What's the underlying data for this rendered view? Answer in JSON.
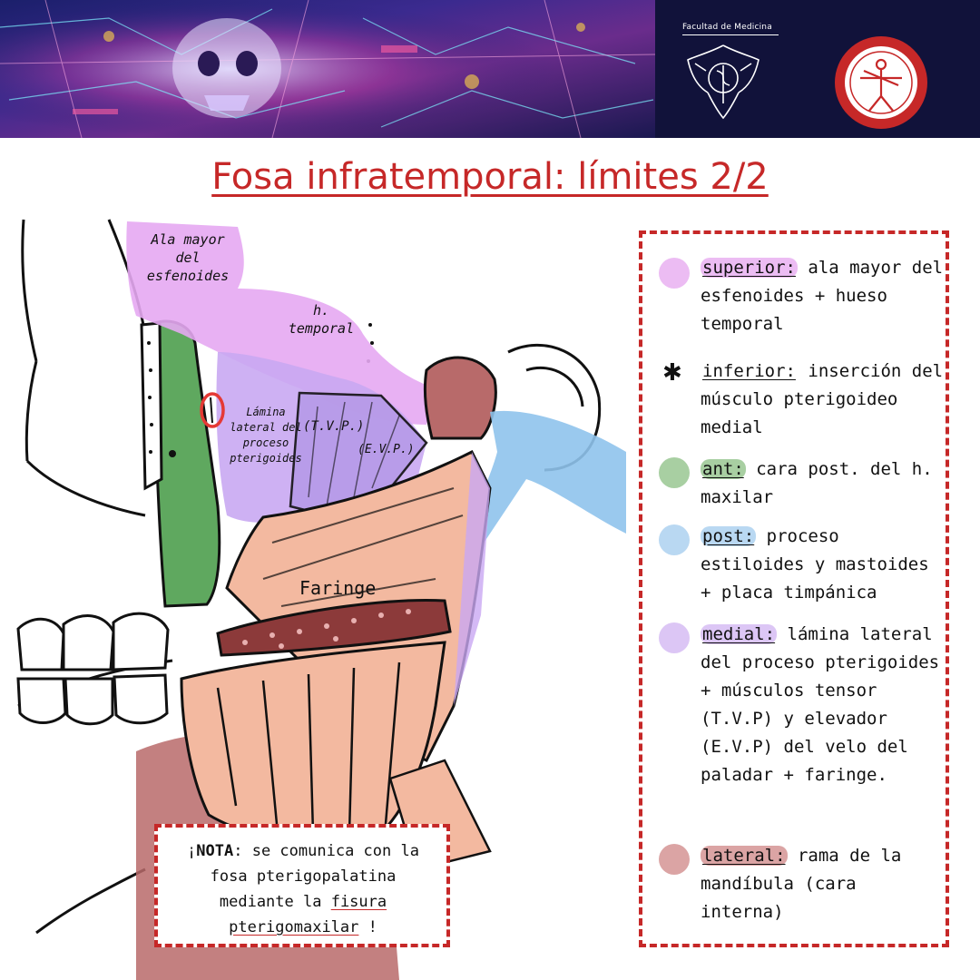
{
  "banner": {
    "faculty_label": "Facultad de Medicina",
    "colors": {
      "logo_panel": "#11123a",
      "art_primary": "#2a2a8a",
      "art_accent": "#e43b8a"
    },
    "icons": [
      "psychedelic-skull-art",
      "unam-faculty-crest-icon",
      "anatomy-department-seal-icon"
    ]
  },
  "title": "Fosa infratemporal: límites 2/2",
  "diagram": {
    "labels": {
      "ala_1": "Ala mayor",
      "ala_2": "del",
      "ala_3": "esfenoides",
      "htemp_1": "h.",
      "htemp_2": "temporal",
      "lamina_1": "Lámina",
      "lamina_2": "lateral del",
      "lamina_3": "proceso",
      "lamina_4": "pterigoides",
      "tvp": "(T.V.P.)",
      "evp": "(E.V.P.)",
      "faringe": "Faringe"
    },
    "colors": {
      "superior": "#e6a8f2",
      "anterior": "#5fa85f",
      "posterior": "#8fc3ec",
      "medial": "#c9a8f2",
      "lateral": "#b86a6a",
      "muscle": "#f3b9a0"
    }
  },
  "legend": {
    "items": [
      {
        "key": "superior",
        "key_label": "superior:",
        "text": "ala mayor del esfenoides + hueso temporal",
        "color": "#ecbcf3"
      },
      {
        "key": "inferior",
        "key_label": "inferior:",
        "text": "inserción del músculo pterigoideo medial",
        "marker": "✱"
      },
      {
        "key": "anterior",
        "key_label": "ant:",
        "text": "cara post. del h. maxilar",
        "color": "#a8cfa2"
      },
      {
        "key": "posterior",
        "key_label": "post:",
        "text": "proceso estiloides y mastoides + placa timpánica",
        "color": "#b9d8f2"
      },
      {
        "key": "medial",
        "key_label": "medial:",
        "text": "lámina lateral del proceso pterigoides + músculos tensor (T.V.P) y elevador (E.V.P) del velo del paladar + faringe.",
        "color": "#dcc6f5"
      },
      {
        "key": "lateral",
        "key_label": "lateral:",
        "text": "rama de la mandíbula (cara interna)",
        "color": "#dba4a4"
      }
    ]
  },
  "note": {
    "open": "¡",
    "bold": "NOTA",
    "line1_rest": ": se comunica con la",
    "line2": "fosa pterigopalatina",
    "line3_pre": "mediante la ",
    "line3_u": "fisura",
    "line4_u": "pterigomaxilar",
    "close": "!"
  }
}
